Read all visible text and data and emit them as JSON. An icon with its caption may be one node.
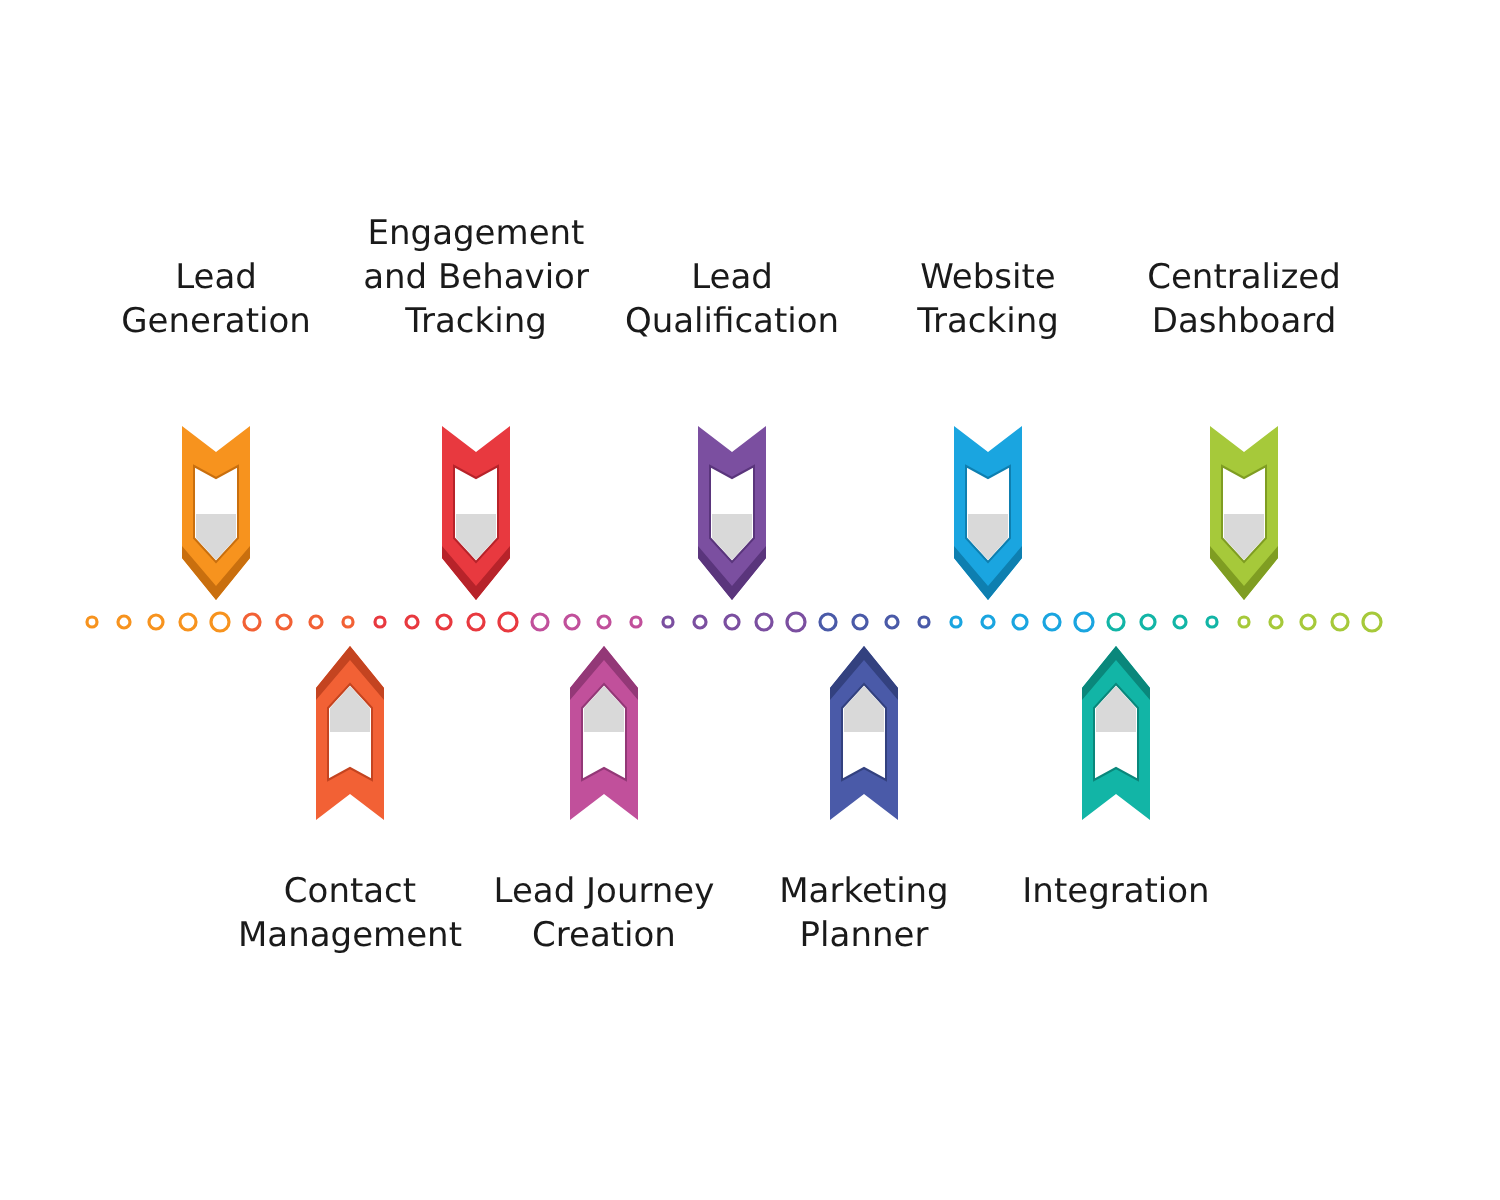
{
  "diagram": {
    "nodes": [
      {
        "text": [
          "Lead Generation"
        ]
      },
      {
        "text": [
          "Contact Management"
        ]
      },
      {
        "text": [
          "Engagement and Behavior Tracking"
        ]
      },
      {
        "text": [
          "Lead Journey Creation"
        ]
      },
      {
        "text": [
          "Lead Qualification"
        ]
      },
      {
        "text": [
          "Marketing Planner"
        ]
      },
      {
        "text": [
          "Website Tracking"
        ]
      },
      {
        "text": [
          "Integration"
        ]
      },
      {
        "text": [
          "Centralized Dashboard"
        ]
      }
    ]
  }
}
